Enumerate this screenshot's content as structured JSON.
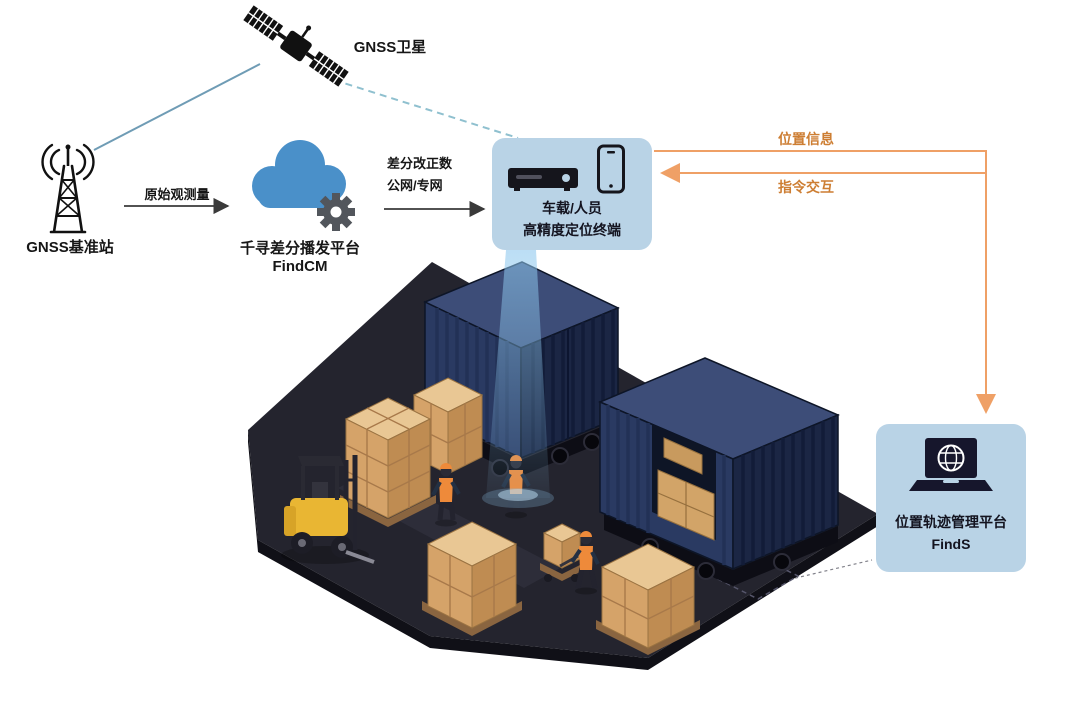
{
  "nodes": {
    "satellite": {
      "label": "GNSS卫星",
      "icon": "satellite-icon"
    },
    "base_station": {
      "label": "GNSS基准站",
      "icon": "radio-tower-icon"
    },
    "cloud": {
      "line1": "千寻差分播发平台",
      "line2": "FindCM",
      "icon": "cloud-gear-icon"
    },
    "terminal": {
      "line1": "车载/人员",
      "line2": "高精度定位终端",
      "icons": [
        "receiver-icon",
        "smartphone-icon"
      ]
    },
    "finds": {
      "line1": "位置轨迹管理平台",
      "line2": "FindS",
      "icon": "laptop-globe-icon"
    }
  },
  "edges": {
    "raw_obs": {
      "label": "原始观测量"
    },
    "correction": {
      "line1": "差分改正数",
      "line2": "公网/专网"
    },
    "position_info": {
      "label": "位置信息"
    },
    "command": {
      "label": "指令交互"
    }
  },
  "colors": {
    "panel_blue": "#b9d3e6",
    "cloud_blue": "#4a90c9",
    "gear_gray": "#52565c",
    "orange_line": "#efa066",
    "orange_text": "#cd7e33",
    "blue_line": "#6f9cb5",
    "teal_dashed": "#8fc0cf",
    "container_navy": "#2a3a62",
    "box_tan": "#d5a369",
    "platform_dark": "#24242e",
    "beam_blue": "#8ec8ee"
  }
}
